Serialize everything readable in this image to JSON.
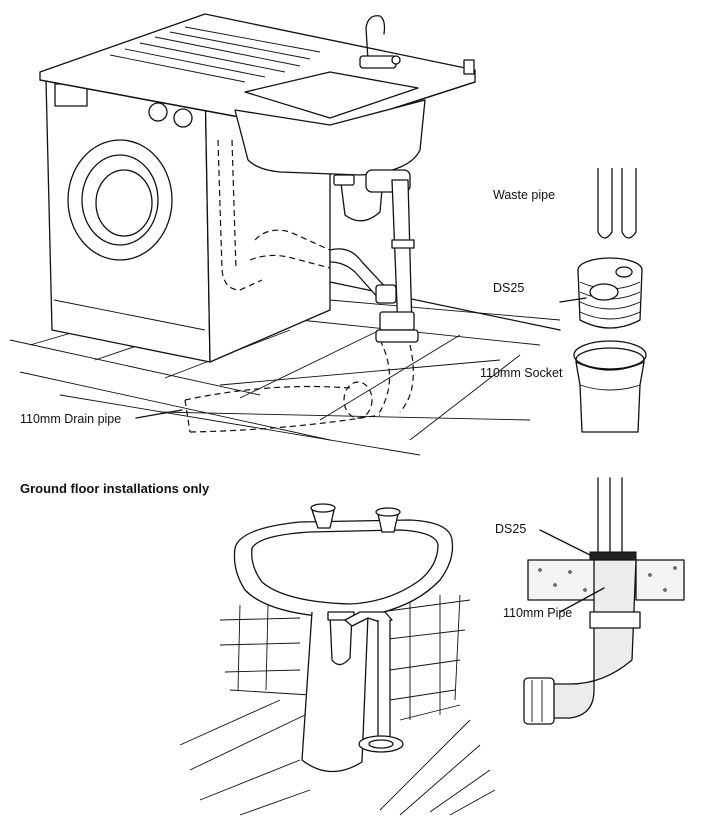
{
  "heading": "Ground floor installations only",
  "top_labels": {
    "drain_pipe": "110mm Drain pipe",
    "waste_pipe": "Waste pipe",
    "ds25": "DS25",
    "socket": "110mm Socket"
  },
  "bottom_labels": {
    "ds25": "DS25",
    "pipe": "110mm Pipe"
  }
}
